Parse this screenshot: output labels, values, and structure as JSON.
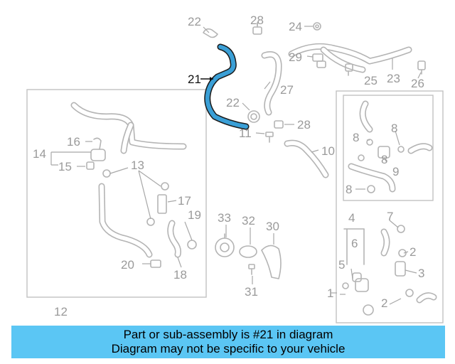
{
  "callouts": {
    "c1": "1",
    "c2a": "2",
    "c2b": "2",
    "c3": "3",
    "c4": "4",
    "c5": "5",
    "c6": "6",
    "c7": "7",
    "c8a": "8",
    "c8b": "8",
    "c8c": "8",
    "c8d": "8",
    "c9": "9",
    "c10": "10",
    "c11": "11",
    "c12": "12",
    "c13": "13",
    "c14": "14",
    "c15": "15",
    "c16": "16",
    "c17": "17",
    "c18": "18",
    "c19": "19",
    "c20": "20",
    "c21": "21",
    "c22a": "22",
    "c22b": "22",
    "c23": "23",
    "c24": "24",
    "c25": "25",
    "c26": "26",
    "c27": "27",
    "c28a": "28",
    "c28b": "28",
    "c29": "29",
    "c30": "30",
    "c31": "31",
    "c32": "32",
    "c33": "33"
  },
  "highlighted_part": "21",
  "highlight_color": "#3a9fd6",
  "banner": {
    "line1": "Part or sub-assembly is #21 in diagram",
    "line2": "Diagram may not be specific to your vehicle",
    "background": "#5bc6f4"
  }
}
